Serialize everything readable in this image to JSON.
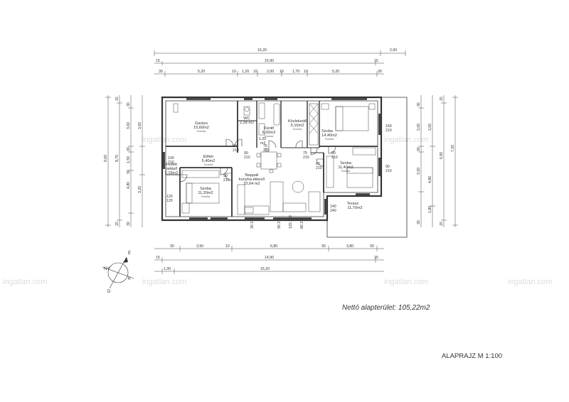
{
  "watermark": "ingatlan.com",
  "net_area": "Nettó alapterület: 105,22m2",
  "plan_title": "ALAPRAJZ M 1:100",
  "compass": {
    "north_label": "É",
    "labels": [
      "NY",
      "K",
      "D"
    ]
  },
  "rooms": [
    {
      "name": "Garázs",
      "area": "15,60m2",
      "floor": "Kerámia"
    },
    {
      "name": "WC",
      "area": "2,28 m2",
      "floor": ""
    },
    {
      "name": "Fürdő",
      "area": "6,00m2",
      "floor": "Kerámia"
    },
    {
      "name": "Közlekedő",
      "area": "5,10m2",
      "floor": "Kerámia"
    },
    {
      "name": "Szoba",
      "area": "14,40m2",
      "floor": "Parketta"
    },
    {
      "name": "Előtér",
      "area": "5,40m2",
      "floor": "Kerámia"
    },
    {
      "name": "Fedett",
      "area": "belépő",
      "floor": "2,19m2"
    },
    {
      "name": "Szoba",
      "area": "11,20m2",
      "floor": "Parketta"
    },
    {
      "name": "Nappali",
      "area": "konyha-étkező",
      "floor": "32,64 m2"
    },
    {
      "name": "Szoba",
      "area": "11,40m2",
      "floor": "Parketta"
    },
    {
      "name": "Terasz",
      "area": "11,70m2",
      "floor": ""
    }
  ],
  "dimensions": {
    "top_row1": [
      "16,20",
      "2,00"
    ],
    "top_row2": [
      "15",
      "15,90",
      "15"
    ],
    "top_row3": [
      "30",
      "5,20",
      "10",
      "1,20",
      "10",
      "2,00",
      "10",
      "1,70",
      "10",
      "5,20",
      "30"
    ],
    "bottom_row1": [
      "30",
      "3,50",
      "10",
      "6,80",
      "30",
      "3,80",
      "30"
    ],
    "bottom_row2": [
      "15",
      "14,90",
      "15"
    ],
    "bottom_row3": [
      "1,00",
      "15,20"
    ],
    "left_outer": [
      "9,00"
    ],
    "left_mid": [
      "15",
      "8,70",
      "15"
    ],
    "left_inner": [
      "30",
      "3,00",
      "30",
      "1,50",
      "30",
      "4,80",
      "30"
    ],
    "left_inner2": [
      "3,00",
      "3,20"
    ],
    "right_outer": [
      "7,20"
    ],
    "right_mid": [
      "15",
      "6,90",
      "15"
    ],
    "right_inner": [
      "30",
      "3,00",
      "30",
      "3,00",
      "4,80",
      "30"
    ],
    "right_extra": [
      "1,80"
    ],
    "openings": [
      "100\n210",
      "90\n210",
      "75\n210",
      "1,20\nm2",
      "60\n210",
      "90\n210",
      "160\n210",
      "90\n210",
      "120\n120",
      "140\n240",
      "90\n210",
      "60\n210"
    ],
    "bottom_openings": [
      "30",
      "210",
      "90",
      "210",
      "120",
      "210",
      "80",
      "210"
    ]
  }
}
